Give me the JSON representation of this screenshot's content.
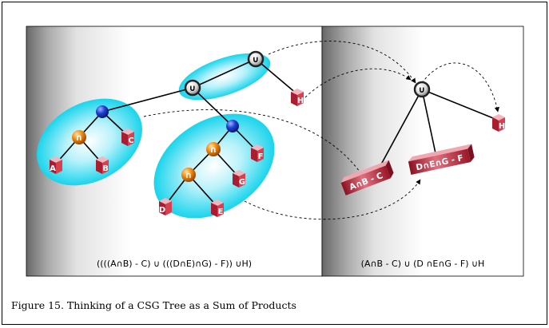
{
  "left_expression": "((((A∩B) - C) ∪ (((D∩E)∩G) - F)) ∪H)",
  "right_expression": "(A∩B - C) ∪ (D ∩E∩G - F) ∪H",
  "caption": "Figure 15.  Thinking of a CSG Tree as a Sum of Products",
  "operators": {
    "union": "∪",
    "intersect": "∩",
    "subtract": "−"
  },
  "leaves": {
    "a": "A",
    "b": "B",
    "c": "C",
    "d": "D",
    "e": "E",
    "f": "F",
    "g": "G",
    "h": "H",
    "h2": "H"
  },
  "products": {
    "p1": "A∩B - C",
    "p2": "D∩E∩G - F"
  },
  "colors": {
    "ellipse": "#19d4ec",
    "union_node": "#333333",
    "difference_node": "#1030c8",
    "intersection_node": "#f08a10",
    "primitive": "#c0303c",
    "panel_edge": "#6a6a6a"
  }
}
